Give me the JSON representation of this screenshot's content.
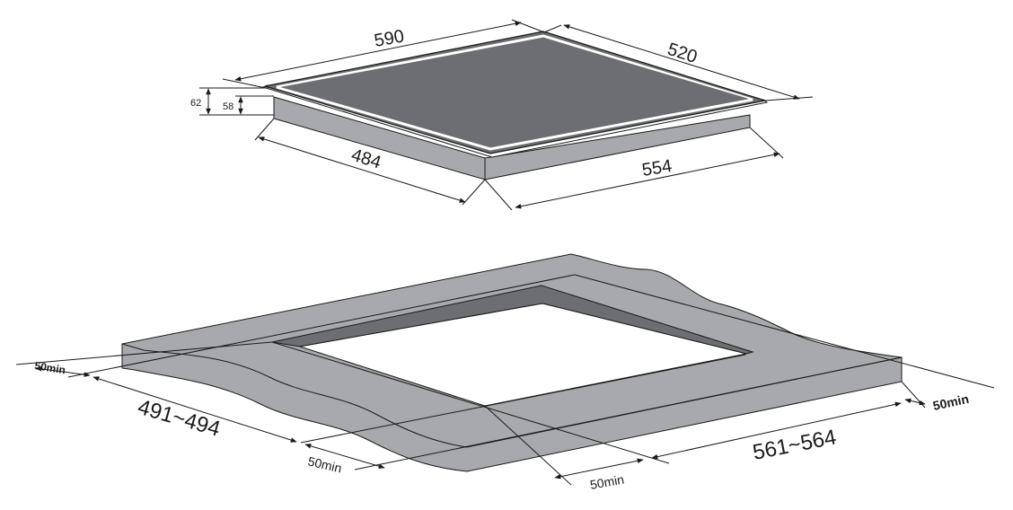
{
  "hob": {
    "width_label": "590",
    "depth_label": "520",
    "overall_height_label": "62",
    "body_height_label": "58",
    "body_depth_label": "484",
    "body_width_label": "554"
  },
  "cutout": {
    "depth_label": "491~494",
    "width_label": "561~564",
    "clearance_left_label": "50min",
    "clearance_front_label": "50min",
    "clearance_front_right_label": "50min",
    "clearance_right_label": "50min"
  },
  "colors": {
    "glass": "#6d6e71",
    "body": "#a7a9ac",
    "frame": "#ffffff",
    "counter_top": "#a7a9ac",
    "counter_inner_wall": "#6d6e71",
    "line": "#1a1a1a"
  }
}
